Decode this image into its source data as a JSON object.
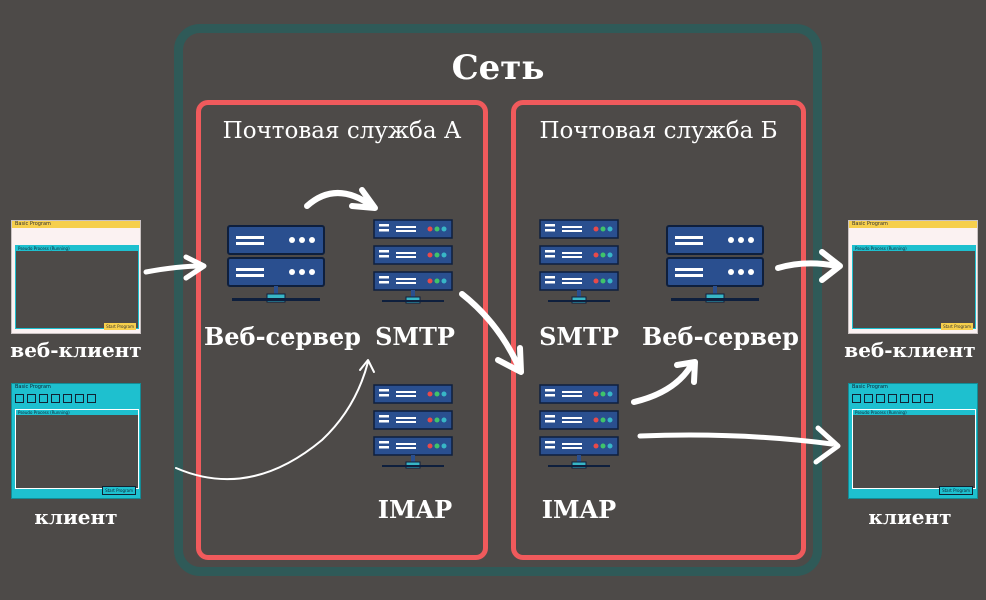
{
  "diagram": {
    "network_title": "Сеть",
    "service_a": {
      "title": "Почтовая служба А",
      "web_server_label": "Веб-сервер",
      "smtp_label": "SMTP",
      "imap_label": "IMAP"
    },
    "service_b": {
      "title": "Почтовая служба Б",
      "web_server_label": "Веб-сервер",
      "smtp_label": "SMTP",
      "imap_label": "IMAP"
    },
    "left_clients": {
      "web_client_label": "веб-клиент",
      "client_label": "клиент"
    },
    "right_clients": {
      "web_client_label": "веб-клиент",
      "client_label": "клиент"
    },
    "window": {
      "title": "Basic Program",
      "inner_title": "Pseudo Process (Running)",
      "button": "Start Program"
    }
  },
  "colors": {
    "background": "#4d4a48",
    "network_border": "#2f5a58",
    "service_border": "#f05a5c",
    "server": "#2a4f8f",
    "web_window": "#fbf2f2",
    "desktop_window": "#1ec0cf"
  },
  "icons": [
    "server-rack-icon",
    "web-server-icon",
    "browser-window-icon",
    "desktop-window-icon",
    "arrow-icon"
  ]
}
